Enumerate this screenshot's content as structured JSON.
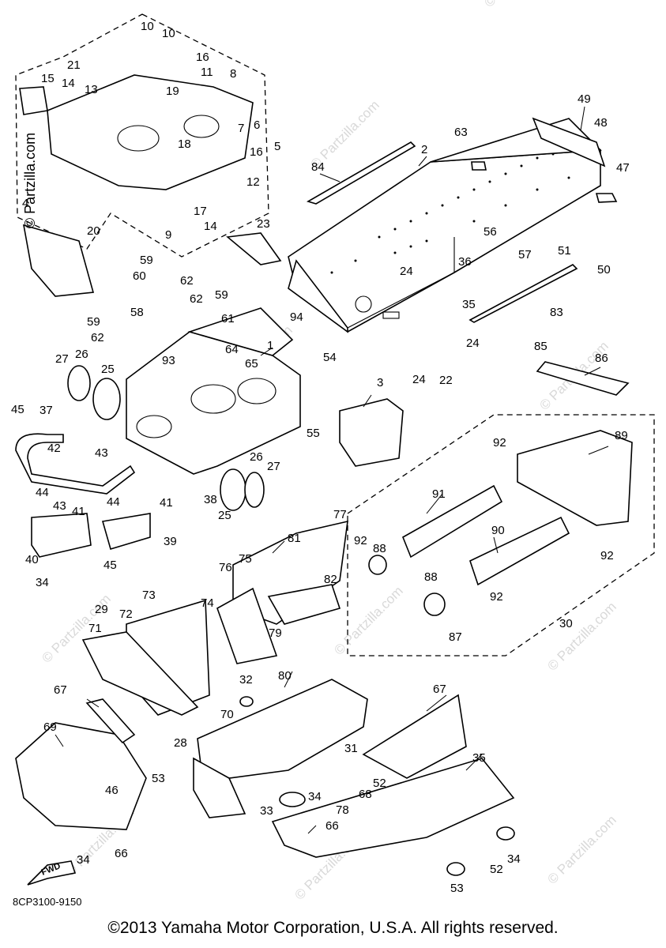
{
  "watermark": {
    "text": "© Partzilla.com",
    "side_text": "© Partzilla.com"
  },
  "catalog_code": "8CP3100-9150",
  "copyright": "©2013 Yamaha Motor Corporation, U.S.A. All rights reserved.",
  "fwd_label": "FWD",
  "callouts": [
    "10",
    "10",
    "21",
    "16",
    "11",
    "8",
    "15",
    "14",
    "13",
    "19",
    "6",
    "7",
    "18",
    "16",
    "5",
    "12",
    "17",
    "14",
    "9",
    "4",
    "20",
    "23",
    "2",
    "63",
    "84",
    "49",
    "48",
    "47",
    "56",
    "51",
    "50",
    "57",
    "36",
    "24",
    "35",
    "83",
    "59",
    "60",
    "62",
    "62",
    "59",
    "58",
    "61",
    "59",
    "62",
    "94",
    "1",
    "93",
    "64",
    "65",
    "27",
    "26",
    "25",
    "54",
    "3",
    "24",
    "24",
    "22",
    "45",
    "37",
    "42",
    "43",
    "55",
    "85",
    "86",
    "92",
    "89",
    "44",
    "26",
    "27",
    "44",
    "43",
    "41",
    "38",
    "25",
    "91",
    "39",
    "40",
    "41",
    "45",
    "92",
    "88",
    "90",
    "92",
    "34",
    "29",
    "77",
    "81",
    "76",
    "75",
    "82",
    "73",
    "74",
    "72",
    "79",
    "88",
    "71",
    "92",
    "87",
    "30",
    "67",
    "32",
    "80",
    "67",
    "70",
    "28",
    "69",
    "53",
    "31",
    "35",
    "46",
    "52",
    "34",
    "68",
    "33",
    "78",
    "66",
    "34",
    "34",
    "66",
    "53",
    "52"
  ]
}
